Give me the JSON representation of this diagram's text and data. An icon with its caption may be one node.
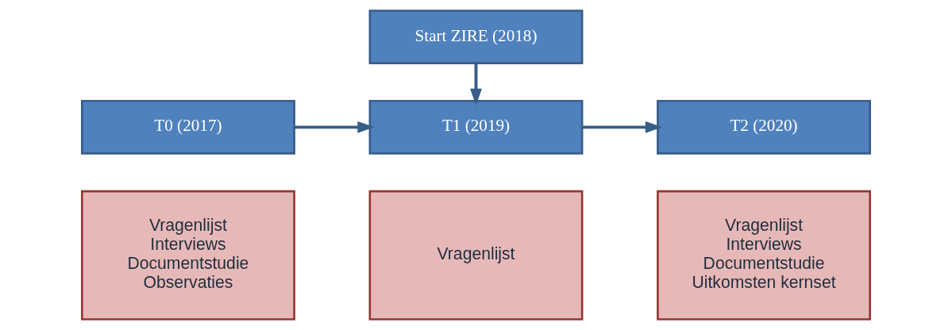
{
  "diagram": {
    "nodes": [
      {
        "text": [
          "Start ZIRE (2018)"
        ]
      },
      {
        "text": [
          "T0 (2017)"
        ]
      },
      {
        "text": [
          "T1 (2019)"
        ]
      },
      {
        "text": [
          "T2 (2020)"
        ]
      },
      {
        "text": [
          "Vragenlijst",
          "Interviews",
          "Documentstudie",
          "Observaties"
        ]
      },
      {
        "text": [
          "Vragenlijst"
        ]
      },
      {
        "text": [
          "Vragenlijst",
          "Interviews",
          "Documentstudie",
          "Uitkomsten kernset"
        ]
      }
    ],
    "edges": [
      {
        "from": 1,
        "to": 2,
        "arrow": "to"
      },
      {
        "from": 0,
        "to": 2,
        "arrow": "to"
      },
      {
        "from": 2,
        "to": 3,
        "arrow": "to"
      }
    ]
  }
}
